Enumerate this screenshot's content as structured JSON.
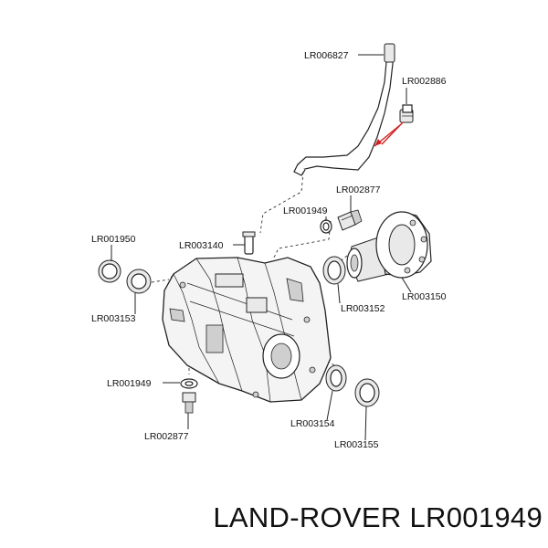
{
  "labels": {
    "breather_pipe": "LR006827",
    "breather_connector": "LR002886",
    "upper_plug": "LR002877",
    "upper_washer": "LR001949",
    "left_oring": "LR001950",
    "left_seal": "LR003153",
    "sensor_pin": "LR003140",
    "flange": "LR003150",
    "right_seal": "LR003152",
    "lower_washer": "LR001949",
    "lower_plug": "LR002877",
    "front_seal": "LR003154",
    "front_oring": "LR003155"
  },
  "footer": {
    "text": "LAND-ROVER LR001949"
  },
  "colors": {
    "leader_arrow": "#d22020",
    "line": "#222222"
  }
}
